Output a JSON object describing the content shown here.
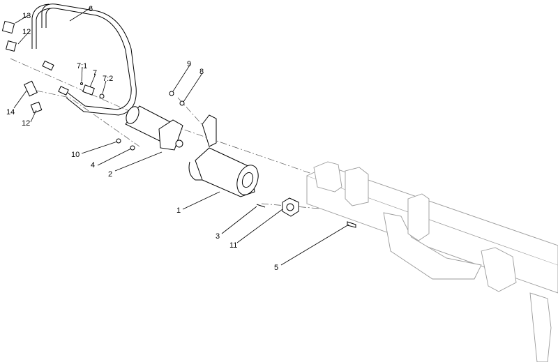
{
  "callouts": {
    "c1": "1",
    "c2": "2",
    "c3": "3",
    "c4": "4",
    "c5": "5",
    "c6": "6",
    "c7": "7",
    "c7_1": "7:1",
    "c7_2": "7:2",
    "c8": "8",
    "c9": "9",
    "c10": "10",
    "c11": "11",
    "c12a": "12",
    "c12b": "12",
    "c13": "13",
    "c14": "14"
  }
}
